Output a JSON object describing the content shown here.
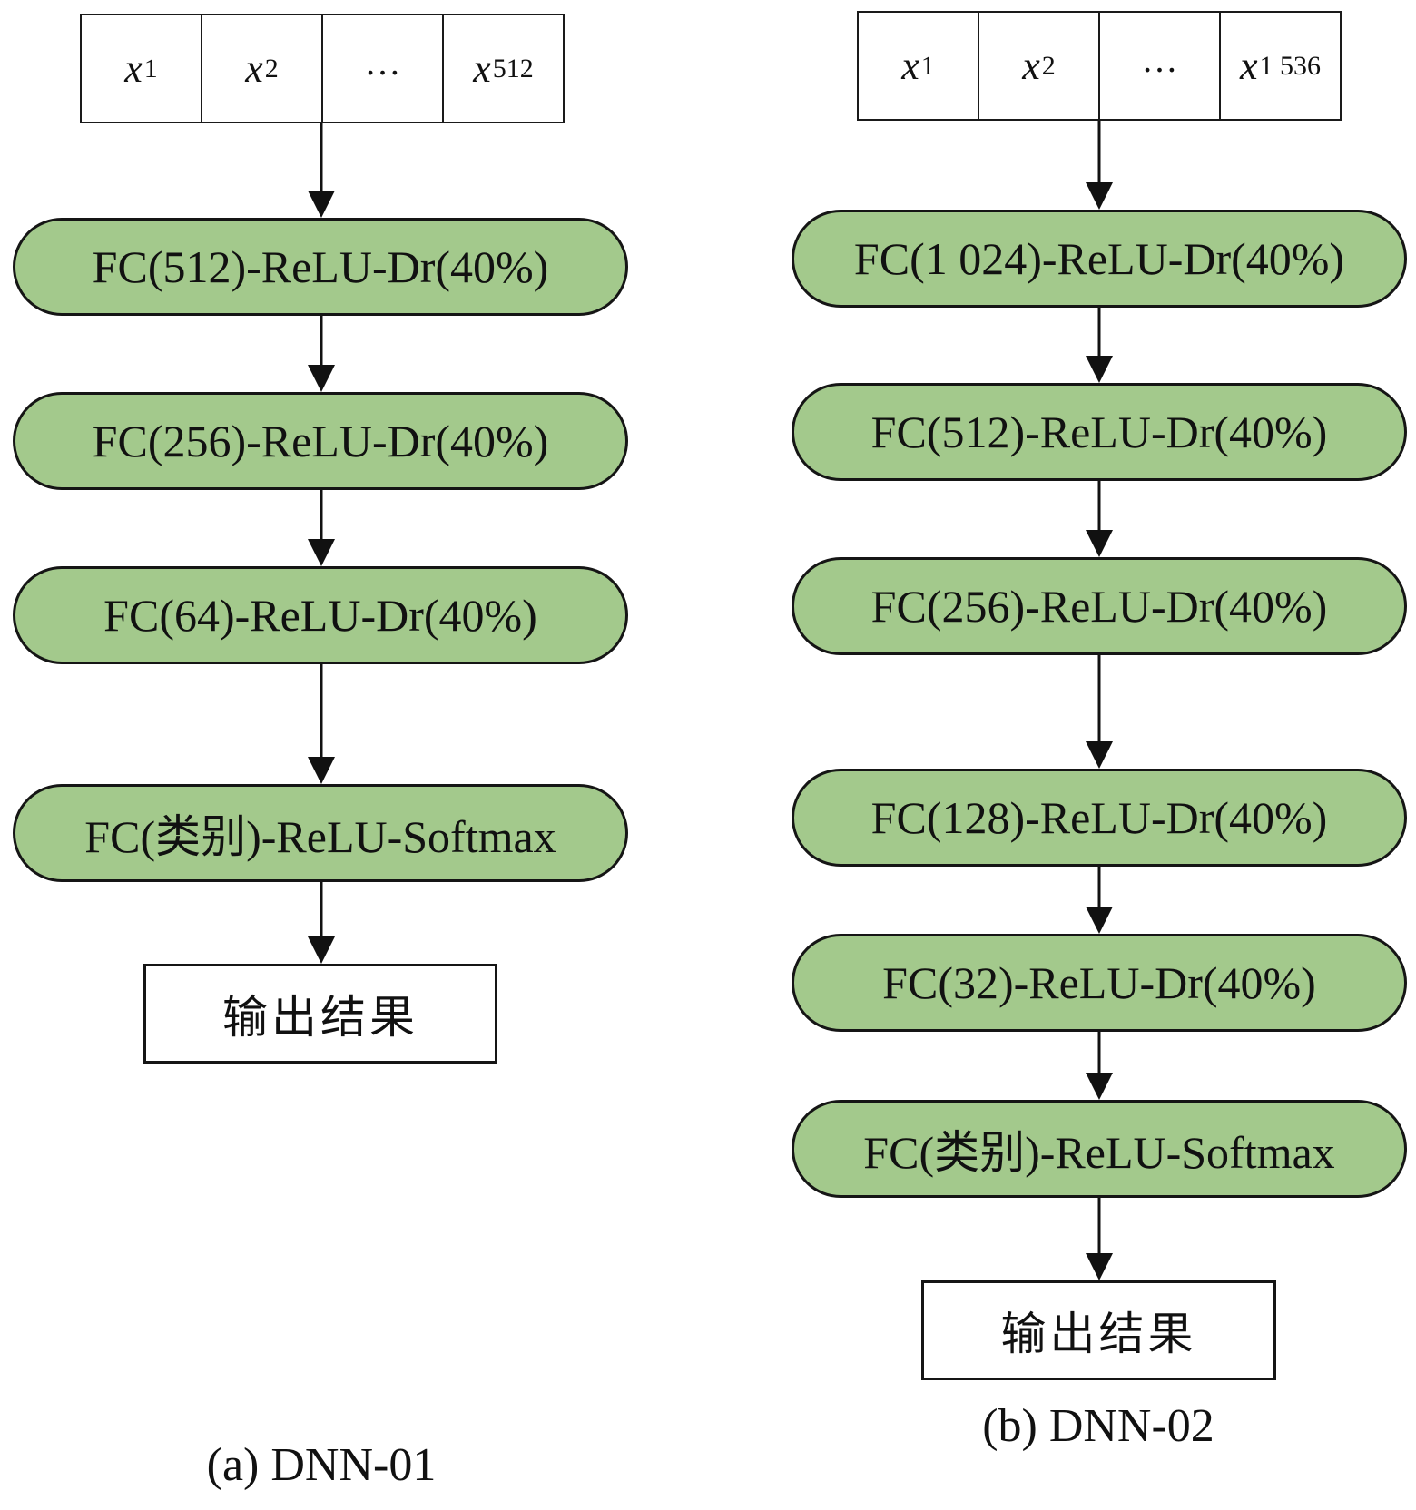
{
  "figures": [
    {
      "id": "a",
      "caption": "(a) DNN-01",
      "inputs": [
        {
          "base": "x",
          "sub": "1"
        },
        {
          "base": "x",
          "sub": "2"
        },
        {
          "base": "…",
          "sub": ""
        },
        {
          "base": "x",
          "sub": "512"
        }
      ],
      "layers": [
        "FC(512)-ReLU-Dr(40%)",
        "FC(256)-ReLU-Dr(40%)",
        "FC(64)-ReLU-Dr(40%)",
        "FC(类别)-ReLU-Softmax"
      ],
      "output": "输出结果"
    },
    {
      "id": "b",
      "caption": "(b) DNN-02",
      "inputs": [
        {
          "base": "x",
          "sub": "1"
        },
        {
          "base": "x",
          "sub": "2"
        },
        {
          "base": "…",
          "sub": ""
        },
        {
          "base": "x",
          "sub": "1 536"
        }
      ],
      "layers": [
        "FC(1 024)-ReLU-Dr(40%)",
        "FC(512)-ReLU-Dr(40%)",
        "FC(256)-ReLU-Dr(40%)",
        "FC(128)-ReLU-Dr(40%)",
        "FC(32)-ReLU-Dr(40%)",
        "FC(类别)-ReLU-Softmax"
      ],
      "output": "输出结果"
    }
  ],
  "colors": {
    "layer_fill": "#a3c98c",
    "stroke": "#151515"
  }
}
